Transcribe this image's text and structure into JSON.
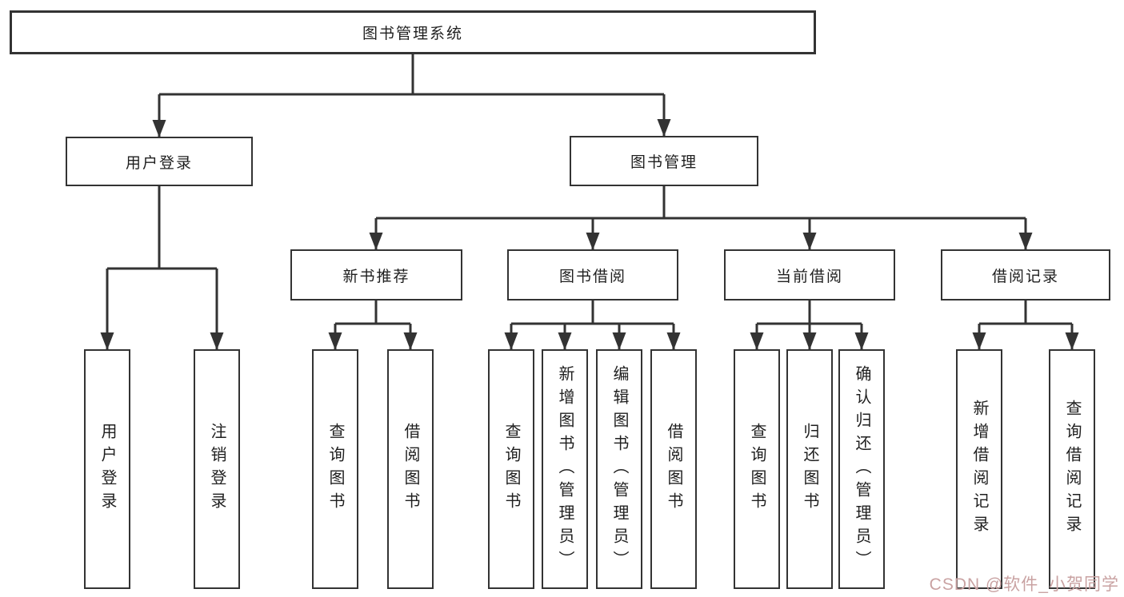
{
  "diagram": {
    "title": "图书管理系统",
    "root": {
      "label": "图书管理系统"
    },
    "branches": [
      {
        "label": "用户登录",
        "children": [
          {
            "label": "用户登录"
          },
          {
            "label": "注销登录"
          }
        ]
      },
      {
        "label": "图书管理",
        "children": [
          {
            "label": "新书推荐",
            "children": [
              {
                "label": "查询图书"
              },
              {
                "label": "借阅图书"
              }
            ]
          },
          {
            "label": "图书借阅",
            "children": [
              {
                "label": "查询图书"
              },
              {
                "label": "新增图书（管理员）"
              },
              {
                "label": "编辑图书（管理员）"
              },
              {
                "label": "借阅图书"
              }
            ]
          },
          {
            "label": "当前借阅",
            "children": [
              {
                "label": "查询图书"
              },
              {
                "label": "归还图书"
              },
              {
                "label": "确认归还（管理员）"
              }
            ]
          },
          {
            "label": "借阅记录",
            "children": [
              {
                "label": "新增借阅记录"
              },
              {
                "label": "查询借阅记录"
              }
            ]
          }
        ]
      }
    ]
  },
  "watermark": {
    "text": "CSDN @软件_小贺同学",
    "color": "#c9a2a2"
  },
  "colors": {
    "line": "#333333",
    "box_border": "#333333",
    "text": "#1f1f1f",
    "background": "#ffffff"
  }
}
